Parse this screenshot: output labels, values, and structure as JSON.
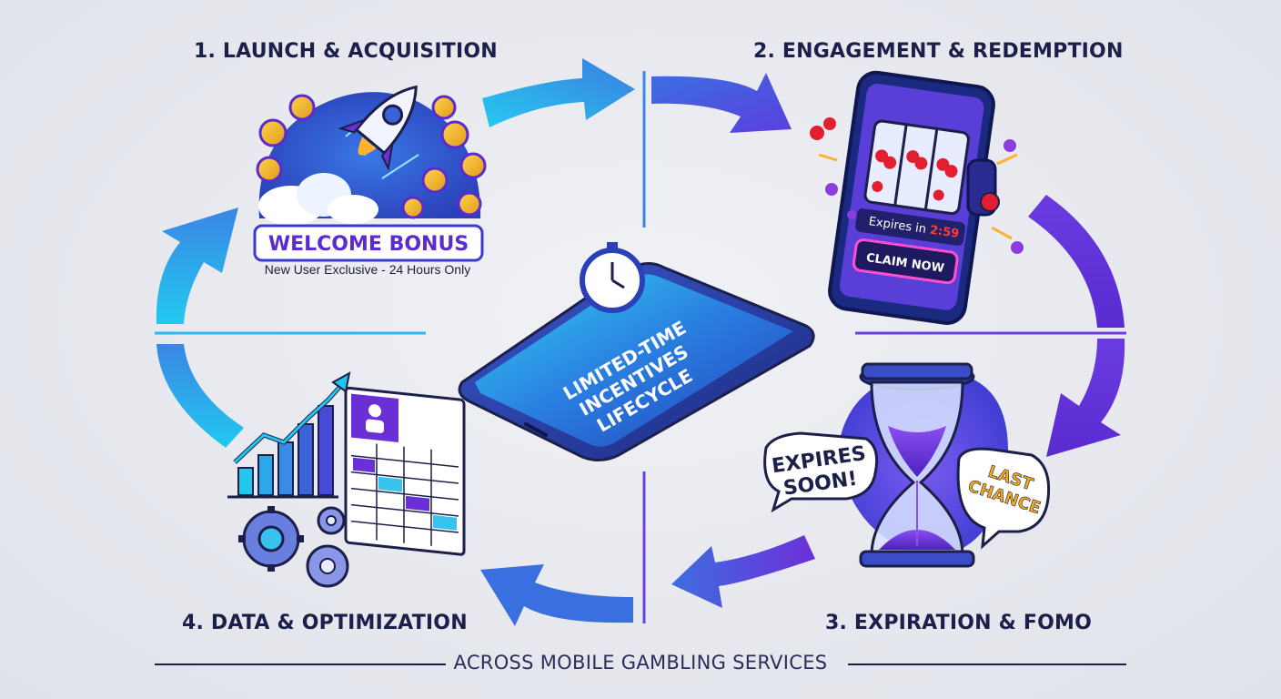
{
  "stages": [
    {
      "title": "1. LAUNCH & ACQUISITION"
    },
    {
      "title": "2. ENGAGEMENT & REDEMPTION"
    },
    {
      "title": "3. EXPIRATION & FOMO"
    },
    {
      "title": "4. DATA & OPTIMIZATION"
    }
  ],
  "launch": {
    "badge": "WELCOME BONUS",
    "subtitle": "New User Exclusive - 24 Hours Only"
  },
  "engagement": {
    "expires_label": "Expires in ",
    "timer": "2:59",
    "claim": "CLAIM NOW"
  },
  "expiration": {
    "bubble_left_1": "EXPIRES",
    "bubble_left_2": "SOON!",
    "bubble_right_1": "LAST",
    "bubble_right_2": "CHANCE"
  },
  "center": {
    "line1": "LIMITED-TIME",
    "line2": "INCENTIVES",
    "line3": "LIFECYCLE"
  },
  "footer": "ACROSS MOBILE GAMBLING SERVICES",
  "colors": {
    "navy": "#1b1f4a",
    "cyan": "#22c7ee",
    "blue": "#3b63d8",
    "purple": "#6b2fd6",
    "timer_red": "#ff3b3b"
  }
}
